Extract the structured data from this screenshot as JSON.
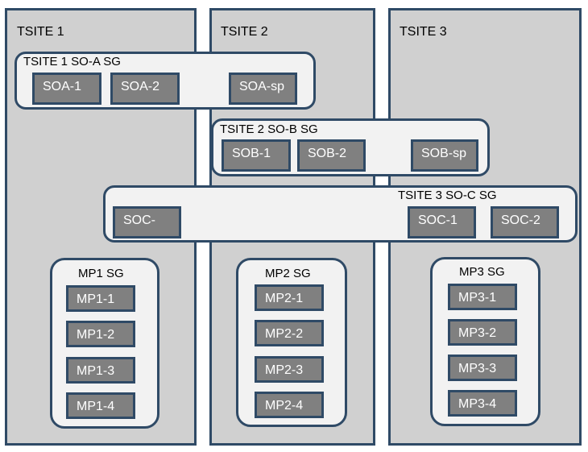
{
  "sites": [
    "TSITE 1",
    "TSITE 2",
    "TSITE 3"
  ],
  "groups": {
    "soa": {
      "label": "TSITE 1 SO-A SG",
      "members": [
        "SOA-1",
        "SOA-2",
        "SOA-sp"
      ]
    },
    "sob": {
      "label": "TSITE 2 SO-B  SG",
      "members": [
        "SOB-1",
        "SOB-2",
        "SOB-sp"
      ]
    },
    "soc": {
      "label": "TSITE 3 SO-C  SG",
      "members": [
        "SOC-",
        "SOC-1",
        "SOC-2"
      ]
    },
    "mp1": {
      "label": "MP1  SG",
      "members": [
        "MP1-1",
        "MP1-2",
        "MP1-3",
        "MP1-4"
      ]
    },
    "mp2": {
      "label": "MP2  SG",
      "members": [
        "MP2-1",
        "MP2-2",
        "MP2-3",
        "MP2-4"
      ]
    },
    "mp3": {
      "label": "MP3  SG",
      "members": [
        "MP3-1",
        "MP3-2",
        "MP3-3",
        "MP3-4"
      ]
    }
  },
  "colors": {
    "site_fill": "#d0d0d0",
    "group_fill": "#f2f2f2",
    "node_fill": "#808080",
    "border": "#2f4a66"
  }
}
